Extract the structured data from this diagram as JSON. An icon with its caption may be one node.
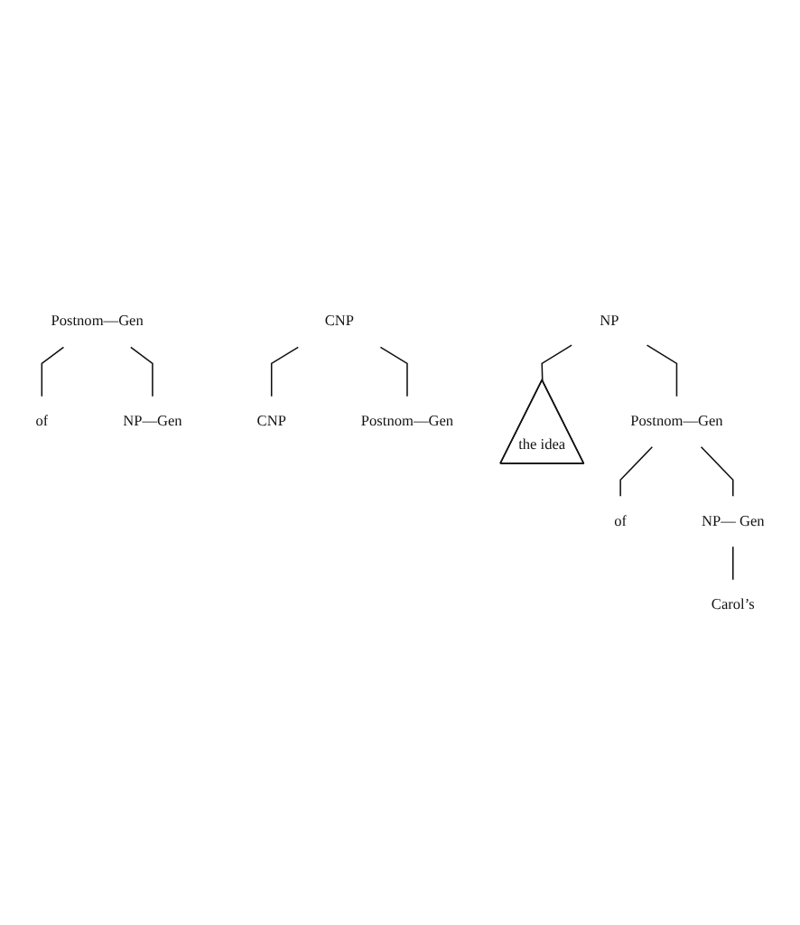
{
  "diagram": {
    "nodes": [
      {
        "text": [
          "Postnom—Gen"
        ]
      },
      {
        "text": [
          "of"
        ]
      },
      {
        "text": [
          "NP—Gen"
        ]
      },
      {
        "text": [
          "CNP"
        ]
      },
      {
        "text": [
          "CNP"
        ]
      },
      {
        "text": [
          "Postnom—Gen"
        ]
      },
      {
        "text": [
          "NP"
        ]
      },
      {
        "text": [
          "the idea"
        ]
      },
      {
        "text": [
          "Postnom—Gen"
        ]
      },
      {
        "text": [
          "of"
        ]
      },
      {
        "text": [
          "NP— Gen"
        ]
      },
      {
        "text": [
          "Carol’s"
        ]
      }
    ],
    "edges": [
      {
        "from": 0,
        "to": 1,
        "arrow": "none"
      },
      {
        "from": 0,
        "to": 2,
        "arrow": "none"
      },
      {
        "from": 3,
        "to": 4,
        "arrow": "none"
      },
      {
        "from": 3,
        "to": 5,
        "arrow": "none"
      },
      {
        "from": 6,
        "to": 7,
        "arrow": "none"
      },
      {
        "from": 6,
        "to": 8,
        "arrow": "none"
      },
      {
        "from": 8,
        "to": 9,
        "arrow": "none"
      },
      {
        "from": 8,
        "to": 10,
        "arrow": "none"
      },
      {
        "from": 10,
        "to": 11,
        "arrow": "none"
      }
    ]
  }
}
